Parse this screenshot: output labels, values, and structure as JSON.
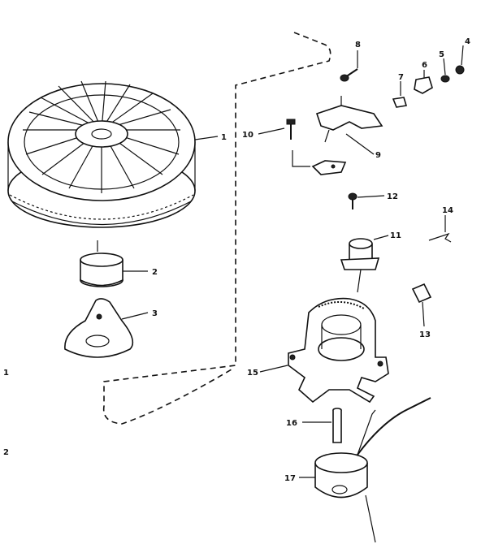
{
  "labels": {
    "flywheel": "1",
    "sleeve": "2",
    "plate": "3",
    "nut_top": "4",
    "washer": "5",
    "clip": "6",
    "contact": "7",
    "screw_top": "8",
    "bracket": "9",
    "screw_left": "10",
    "condenser": "11",
    "screw_mid": "12",
    "cover_plate": "13",
    "wire_clip": "14",
    "housing": "15",
    "pin": "16",
    "coil": "17",
    "margin_top": "1",
    "margin_bottom": "2"
  },
  "icons": [
    "flywheel-icon",
    "sleeve-icon",
    "plate-icon",
    "coil-icon",
    "housing-icon"
  ]
}
